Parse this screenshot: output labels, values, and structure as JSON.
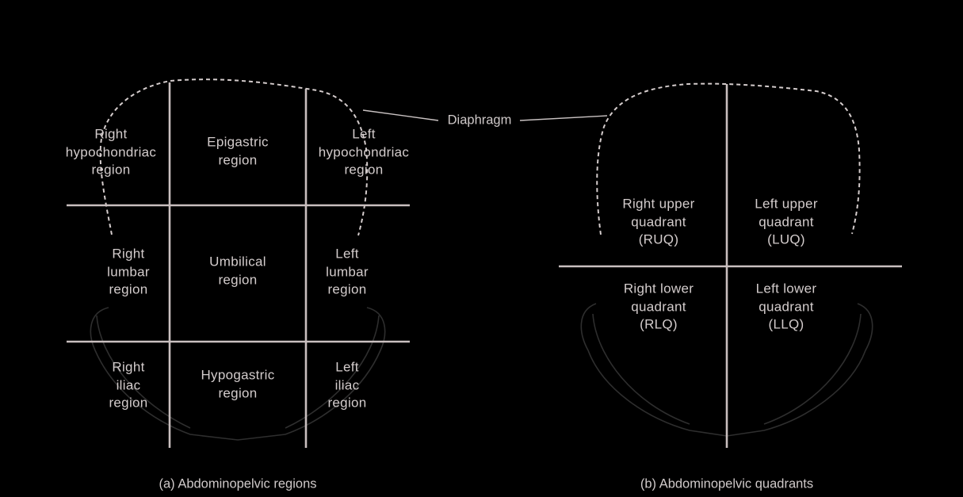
{
  "figure": {
    "callout": "Diaphragm",
    "panel_a": {
      "caption": "(a) Abdominopelvic regions",
      "regions": [
        {
          "key": "right_hypochondriac",
          "lines": [
            "Right",
            "hypochondriac",
            "region"
          ]
        },
        {
          "key": "epigastric",
          "lines": [
            "Epigastric",
            "region"
          ]
        },
        {
          "key": "left_hypochondriac",
          "lines": [
            "Left",
            "hypochondriac",
            "region"
          ]
        },
        {
          "key": "right_lumbar",
          "lines": [
            "Right",
            "lumbar",
            "region"
          ]
        },
        {
          "key": "umbilical",
          "lines": [
            "Umbilical",
            "region"
          ]
        },
        {
          "key": "left_lumbar",
          "lines": [
            "Left",
            "lumbar",
            "region"
          ]
        },
        {
          "key": "right_iliac",
          "lines": [
            "Right",
            "iliac",
            "region"
          ]
        },
        {
          "key": "hypogastric",
          "lines": [
            "Hypogastric",
            "region"
          ]
        },
        {
          "key": "left_iliac",
          "lines": [
            "Left",
            "iliac",
            "region"
          ]
        }
      ]
    },
    "panel_b": {
      "caption": "(b) Abdominopelvic quadrants",
      "quadrants": [
        {
          "key": "ruq",
          "lines": [
            "Right upper",
            "quadrant",
            "(RUQ)"
          ]
        },
        {
          "key": "luq",
          "lines": [
            "Left upper",
            "quadrant",
            "(LUQ)"
          ]
        },
        {
          "key": "rlq",
          "lines": [
            "Right lower",
            "quadrant",
            "(RLQ)"
          ]
        },
        {
          "key": "llq",
          "lines": [
            "Left lower",
            "quadrant",
            "(LLQ)"
          ]
        }
      ]
    }
  },
  "colors": {
    "background": "#000000",
    "divider_lines": "#c9bfbf",
    "text": "#d3cccc",
    "pelvis_outline": "#2e2e2e"
  }
}
